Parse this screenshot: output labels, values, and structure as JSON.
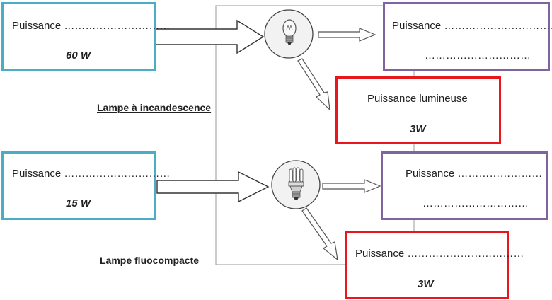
{
  "incandescent": {
    "caption": "Lampe à incandescence",
    "input_label": "Puissance …………………………",
    "input_value": "60 W",
    "output1_label": "Puissance ……………………………",
    "output1_value": "…………………………",
    "output2_label": "Puissance lumineuse",
    "output2_value": "3W",
    "icon": "incandescent-bulb-icon"
  },
  "fluocompact": {
    "caption": "Lampe fluocompacte",
    "input_label": "Puissance …………………………",
    "input_value": "15 W",
    "output1_label": "Puissance ……………………",
    "output1_value": "…………………………",
    "output2_label": "Puissance ……………………………",
    "output2_value": "3W",
    "icon": "compact-fluorescent-bulb-icon"
  },
  "colors": {
    "input_border": "#4bacc6",
    "output_border": "#8064a2",
    "light_border": "#e8161d"
  }
}
